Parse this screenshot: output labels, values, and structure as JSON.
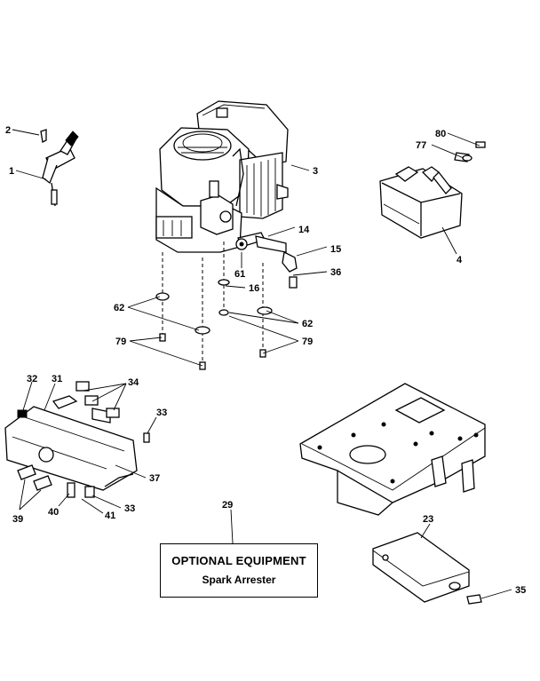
{
  "optional_box": {
    "title": "OPTIONAL EQUIPMENT",
    "subtitle": "Spark Arrester"
  },
  "callouts": {
    "c1": "1",
    "c2": "2",
    "c3": "3",
    "c4": "4",
    "c14": "14",
    "c15": "15",
    "c16": "16",
    "c23": "23",
    "c29": "29",
    "c31": "31",
    "c32": "32",
    "c33a": "33",
    "c33b": "33",
    "c34": "34",
    "c35": "35",
    "c36": "36",
    "c37": "37",
    "c39": "39",
    "c40": "40",
    "c41": "41",
    "c61": "61",
    "c62a": "62",
    "c62b": "62",
    "c77": "77",
    "c79a": "79",
    "c79b": "79",
    "c80": "80"
  }
}
